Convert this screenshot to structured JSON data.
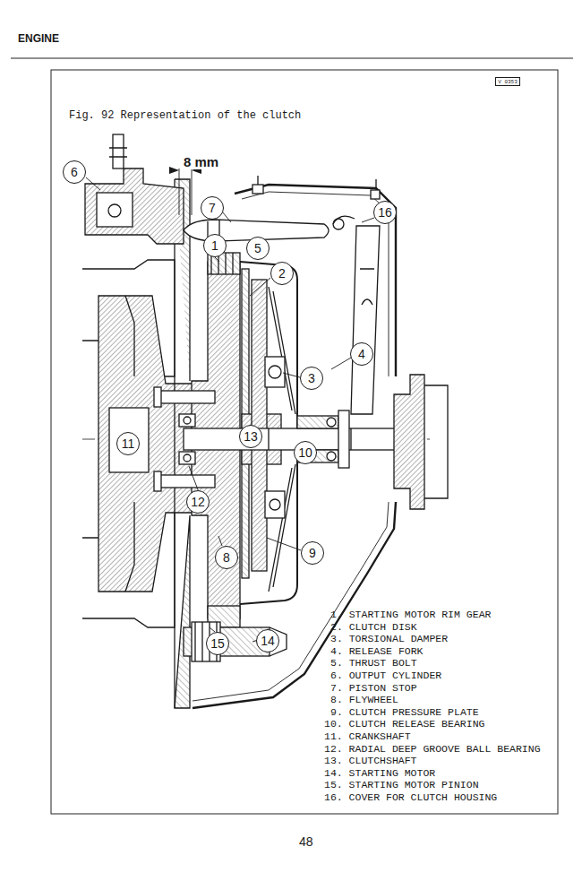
{
  "diagram": {
    "title": "Fig. 92 Representation of the clutch",
    "nodes": [
      {
        "text": [
          "V 0353"
        ]
      },
      {
        "text": [
          "6"
        ]
      },
      {
        "text": [
          "7"
        ]
      },
      {
        "text": [
          "16"
        ]
      },
      {
        "text": [
          "1"
        ]
      },
      {
        "text": [
          "5"
        ]
      },
      {
        "text": [
          "2"
        ]
      },
      {
        "text": [
          "4"
        ]
      },
      {
        "text": [
          "3"
        ]
      },
      {
        "text": [
          "13"
        ]
      },
      {
        "text": [
          "11"
        ]
      },
      {
        "text": [
          "10"
        ]
      },
      {
        "text": [
          "12"
        ]
      },
      {
        "text": [
          "9"
        ]
      },
      {
        "text": [
          "8"
        ]
      },
      {
        "text": [
          "15"
        ]
      },
      {
        "text": [
          "14"
        ]
      }
    ],
    "labels": [
      "ENGINE",
      "8 mm",
      "1. STARTING MOTOR RIM GEAR",
      "2. CLUTCH DISK",
      "3. TORSIONAL DAMPER",
      "4. RELEASE FORK",
      "5. THRUST BOLT",
      "6. OUTPUT CYLINDER",
      "7. PISTON STOP",
      "8. FLYWHEEL",
      "9. CLUTCH PRESSURE PLATE",
      "10. CLUTCH RELEASE BEARING",
      "11. CRANKSHAFT",
      "12. RADIAL DEEP GROOVE BALL BEARING",
      "13. CLUTCHSHAFT",
      "14. STARTING MOTOR",
      "15. STARTING MOTOR PINION",
      "16. COVER FOR CLUTCH HOUSING",
      "48"
    ]
  }
}
